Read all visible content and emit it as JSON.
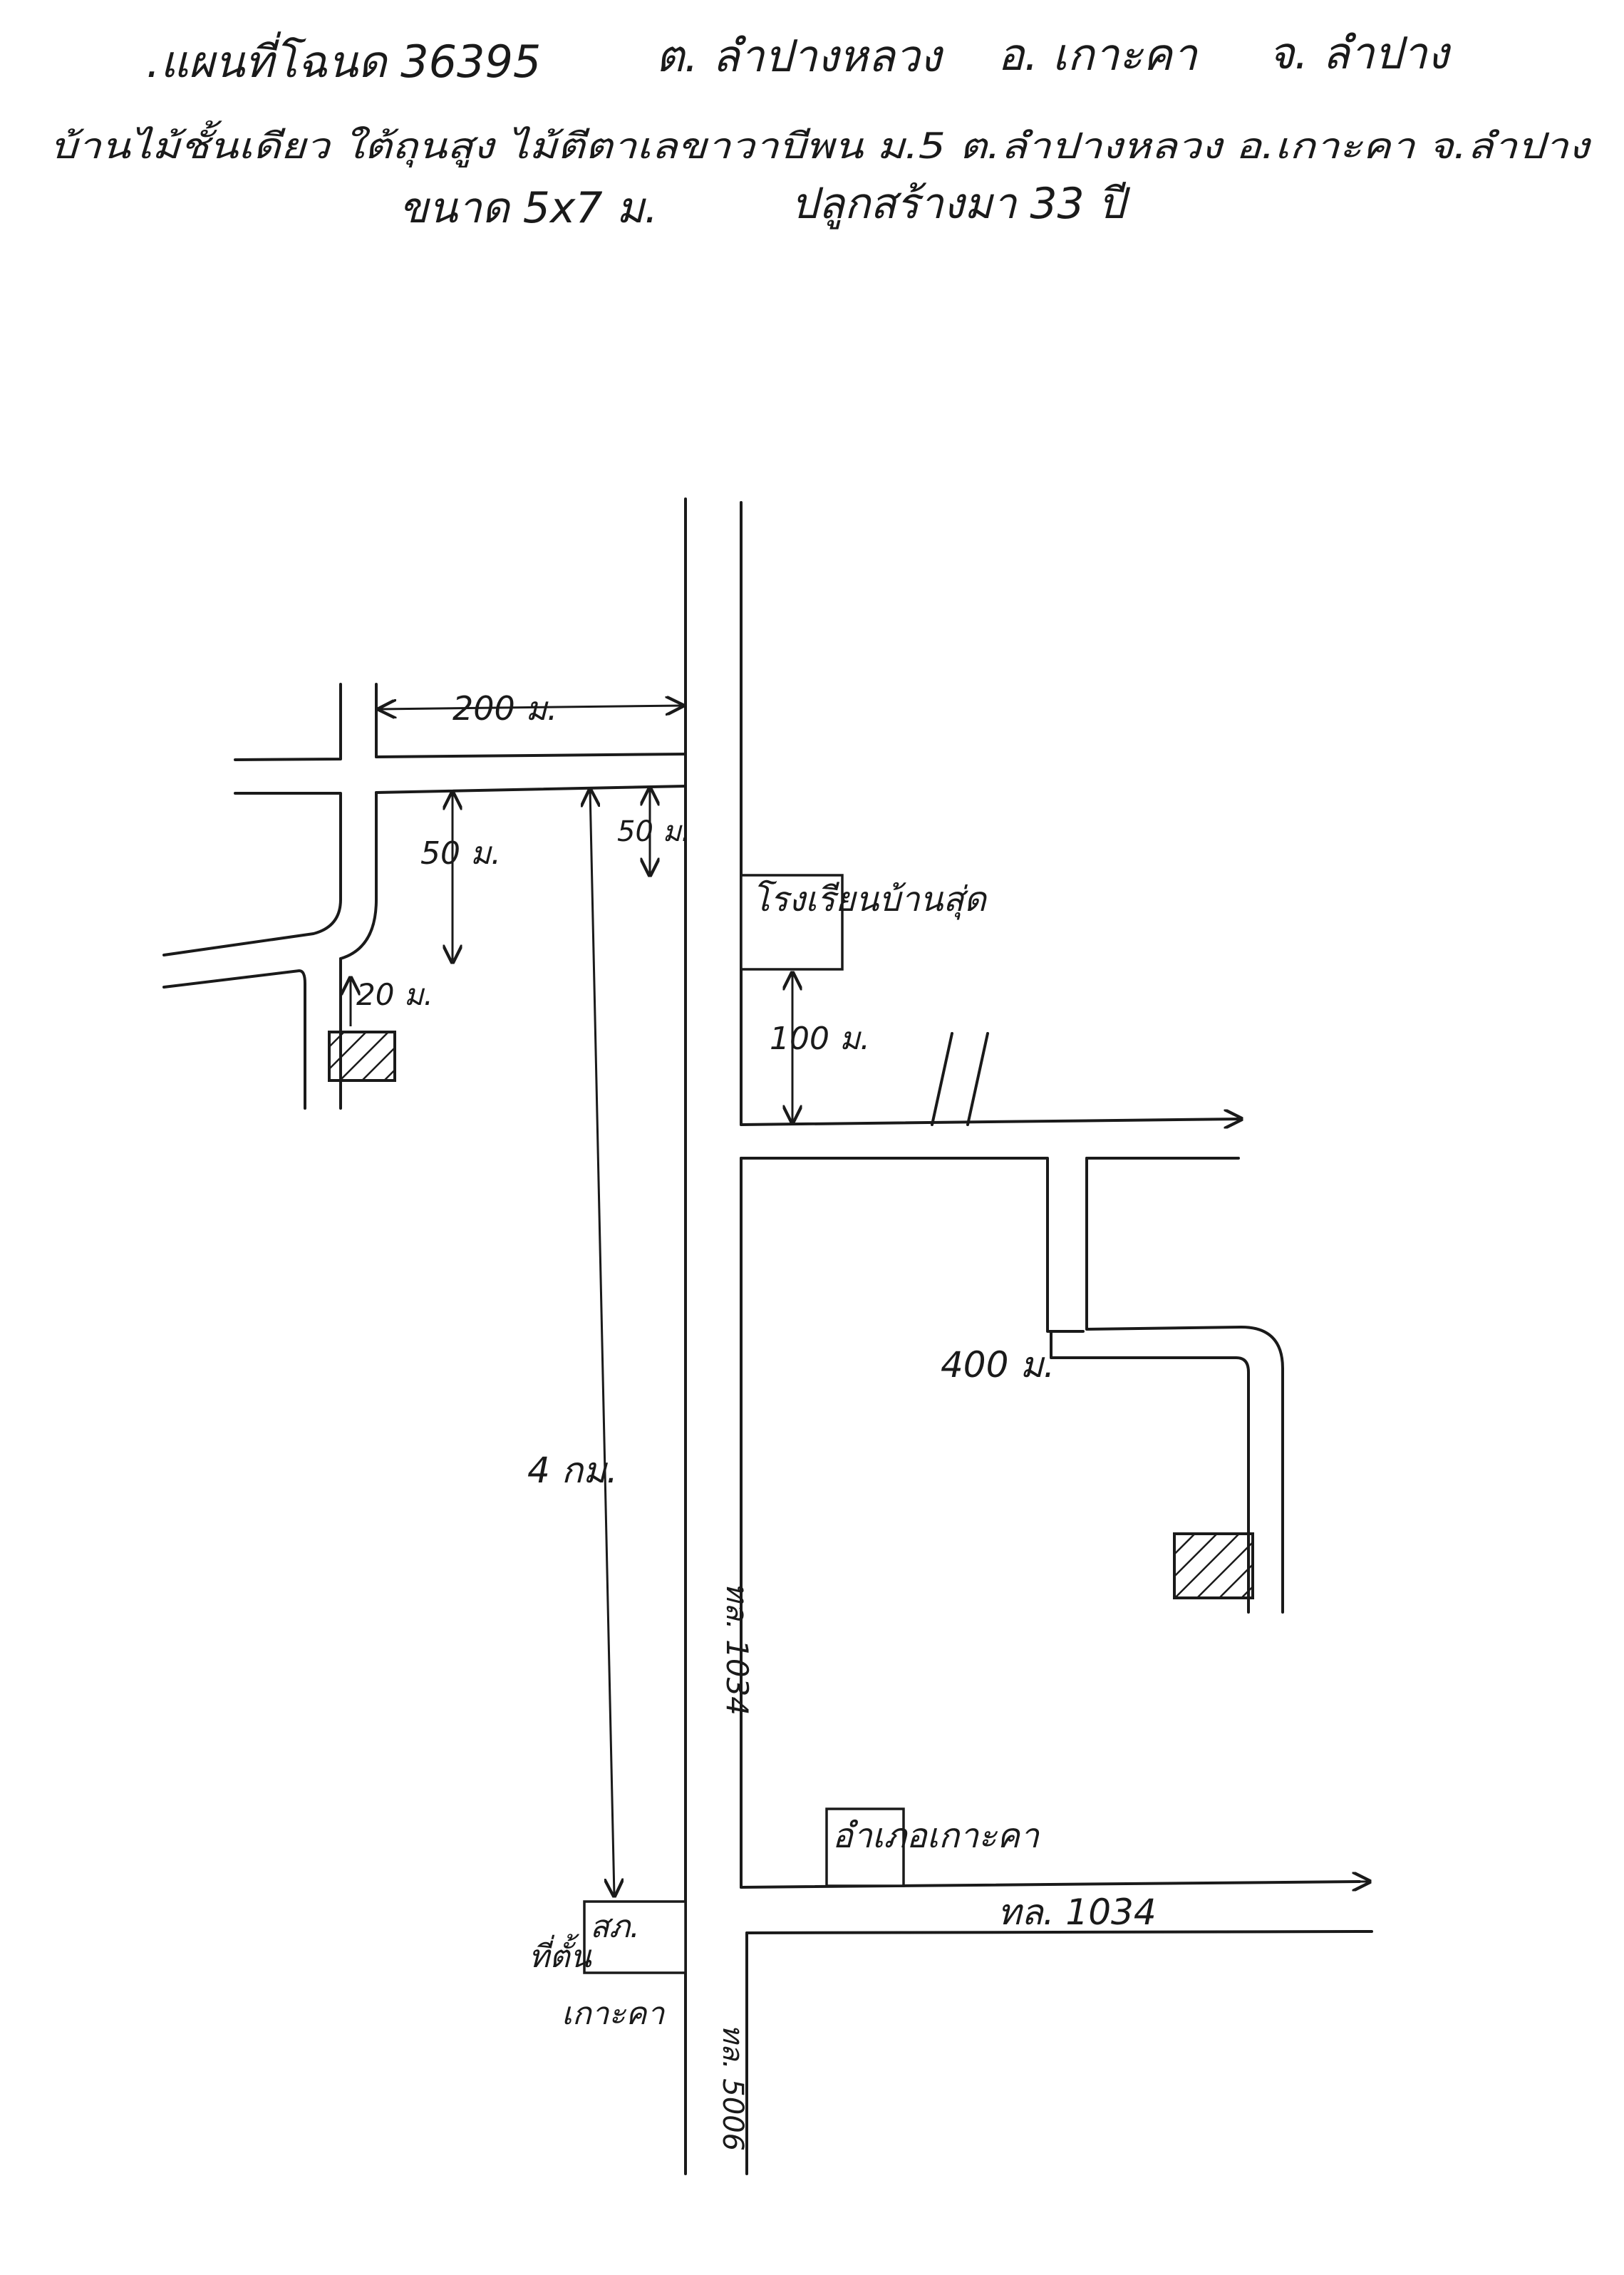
{
  "header": {
    "line1": {
      "plot": ".แผนที่โฉนด 36395",
      "subdistrict": "ต. ลำปางหลวง",
      "district": "อ. เกาะคา",
      "province": "จ. ลำปาง"
    },
    "line2": "บ้านไม้ชั้นเดียว ใต้ถุนสูง ไม้ตีตาเลขาวาบีพน ม.5 ต.ลำปางหลวง อ.เกาะคา จ.ลำปาง",
    "line3": {
      "size": "ขนาด 5x7 ม.",
      "age": "ปลูกสร้างมา 33 ปี"
    }
  },
  "map": {
    "labels": {
      "dist_200m": "200 ม.",
      "dist_50m_left": "50 ม.",
      "dist_50m_right": "50 ม.",
      "dist_20m": "20 ม.",
      "dist_100m": "100 ม.",
      "dist_400m": "400 ม.",
      "dist_4km": "4 กม.",
      "school": "โรงเรียนบ้านสุ่ด",
      "district_office": "อำเภอเกาะคา",
      "police": "สภ.",
      "police_station": "ที่ตั้น",
      "kokha": "เกาะคา",
      "road_1034_vertical": "ทล. 1034",
      "road_1034_horizontal": "ทล. 1034",
      "road_5006": "ทล. 5006"
    },
    "colors": {
      "ink": "#1a1a1a",
      "paper": "#ffffff"
    }
  }
}
